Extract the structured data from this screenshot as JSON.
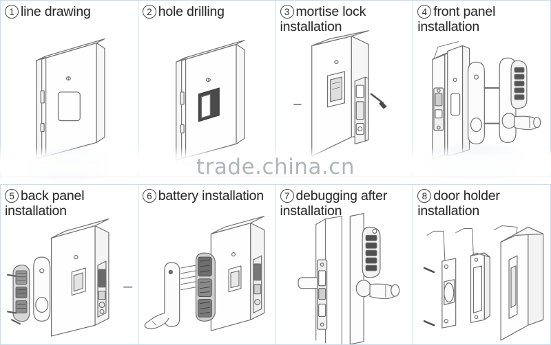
{
  "document": {
    "kind": "installation-instruction-sheet",
    "watermark": "trade.china.cn",
    "border_color": "#c8dcea",
    "text_color": "#2b2b2b",
    "line_color": "#6b6b6b"
  },
  "panels": [
    {
      "number": "1",
      "caption": "line drawing",
      "caption_lines": [
        "line drawing"
      ],
      "illustration": "door-slab-with-marked-rectangle"
    },
    {
      "number": "2",
      "caption": "hole drilling",
      "caption_lines": [
        "hole drilling"
      ],
      "illustration": "door-slab-with-drilled-cutout"
    },
    {
      "number": "3",
      "caption": "mortise lock installation",
      "caption_lines": [
        "mortise lock",
        "installation"
      ],
      "illustration": "door-edge-with-mortise-lock-and-screw"
    },
    {
      "number": "4",
      "caption": "front panel installation",
      "caption_lines": [
        "front panel",
        "installation"
      ],
      "illustration": "exploded-front-panel-keypad-and-handle"
    },
    {
      "number": "5",
      "caption": "back panel installation",
      "caption_lines": [
        "back panel",
        "installation"
      ],
      "illustration": "exploded-back-panel-with-screws"
    },
    {
      "number": "6",
      "caption": "battery installation",
      "caption_lines": [
        "battery",
        "installation"
      ],
      "illustration": "battery-pack-and-lever-handle-into-door"
    },
    {
      "number": "7",
      "caption": "debugging after installation",
      "caption_lines": [
        "debugging",
        "after",
        "installation"
      ],
      "illustration": "assembled-lock-keypad-and-handle-on-door"
    },
    {
      "number": "8",
      "caption": "door holder installation",
      "caption_lines": [
        "door holder",
        "installation"
      ],
      "illustration": "strike-plate-box-and-screws-with-leader-lines"
    }
  ]
}
